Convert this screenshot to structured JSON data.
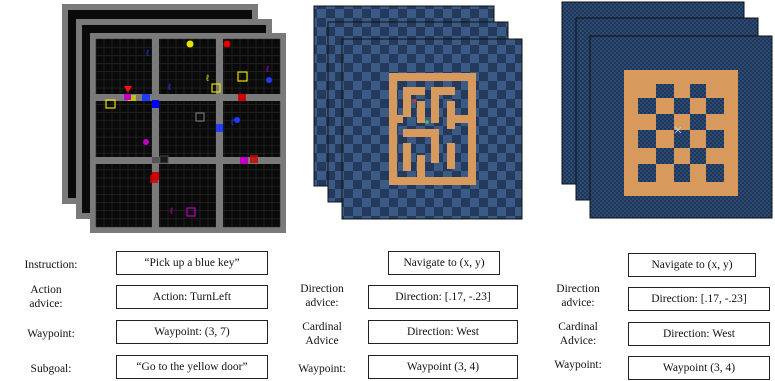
{
  "panels": [
    {
      "rows": [
        {
          "label": "Instruction:",
          "value": "“Pick up a blue key”"
        },
        {
          "label": "Action advice:",
          "value": "Action: TurnLeft"
        },
        {
          "label": "Waypoint:",
          "value": "Waypoint: (3, 7)"
        },
        {
          "label": "Subgoal:",
          "value": "“Go to the yellow door”"
        }
      ]
    },
    {
      "rows": [
        {
          "label": "",
          "value": "Navigate to (x, y)"
        },
        {
          "label": "Direction advice:",
          "value": "Direction: [.17, -.23]"
        },
        {
          "label": "Cardinal Advice",
          "value": "Direction: West"
        },
        {
          "label": "Waypoint:",
          "value": "Waypoint (3, 4)"
        }
      ]
    },
    {
      "rows": [
        {
          "label": "",
          "value": "Navigate to (x, y)"
        },
        {
          "label": "Direction advice:",
          "value": "Direction: [.17, -.23]"
        },
        {
          "label": "Cardinal Advice:",
          "value": "Direction: West"
        },
        {
          "label": "Waypoint:",
          "value": "Waypoint (3, 4)"
        }
      ]
    }
  ],
  "colors": {
    "gridworld_bg": "#000000",
    "gridworld_wall": "#7f7f7f",
    "pointmaze_dark": "#243a5c",
    "pointmaze_light": "#3c5a86",
    "maze_wall": "#d89a5c",
    "antmaze_bg": "#1e3658"
  }
}
